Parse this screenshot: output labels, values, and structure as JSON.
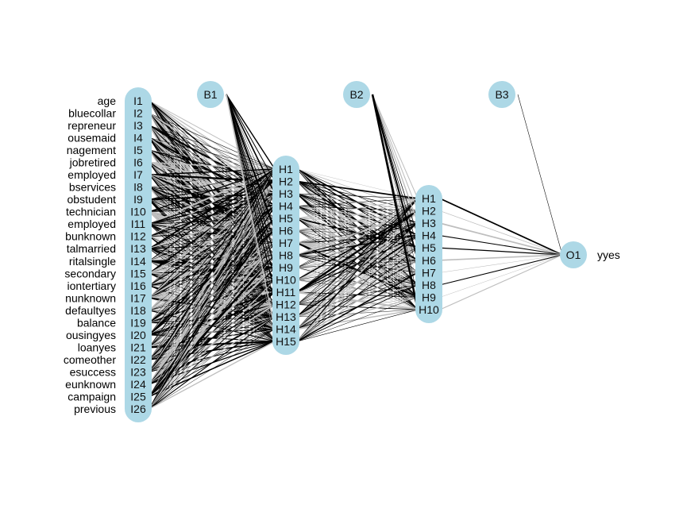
{
  "input_labels": [
    "age",
    "bluecollar",
    "repreneur",
    "ousemaid",
    "nagement",
    "jobretired",
    "employed",
    "bservices",
    "obstudent",
    "technician",
    "employed",
    "bunknown",
    "talmarried",
    "ritalsingle",
    "secondary",
    "iontertiary",
    "nunknown",
    "defaultyes",
    "balance",
    "ousingyes",
    "loanyes",
    "comeother",
    "esuccess",
    "eunknown",
    "campaign",
    "previous"
  ],
  "input_nodes": [
    "I1",
    "I2",
    "I3",
    "I4",
    "I5",
    "I6",
    "I7",
    "I8",
    "I9",
    "I10",
    "I11",
    "I12",
    "I13",
    "I14",
    "I15",
    "I16",
    "I17",
    "I18",
    "I19",
    "I20",
    "I21",
    "I22",
    "I23",
    "I24",
    "I25",
    "I26"
  ],
  "hidden1_nodes": [
    "H1",
    "H2",
    "H3",
    "H4",
    "H5",
    "H6",
    "H7",
    "H8",
    "H9",
    "H10",
    "H11",
    "H12",
    "H13",
    "H14",
    "H15"
  ],
  "hidden2_nodes": [
    "H1",
    "H2",
    "H3",
    "H4",
    "H5",
    "H6",
    "H7",
    "H8",
    "H9",
    "H10"
  ],
  "bias_nodes": [
    "B1",
    "B2",
    "B3"
  ],
  "output_nodes": [
    "O1"
  ],
  "output_labels": [
    "yyes"
  ],
  "colors": {
    "node": "#add8e6",
    "positive": "#000000",
    "negative": "#bebebe"
  }
}
